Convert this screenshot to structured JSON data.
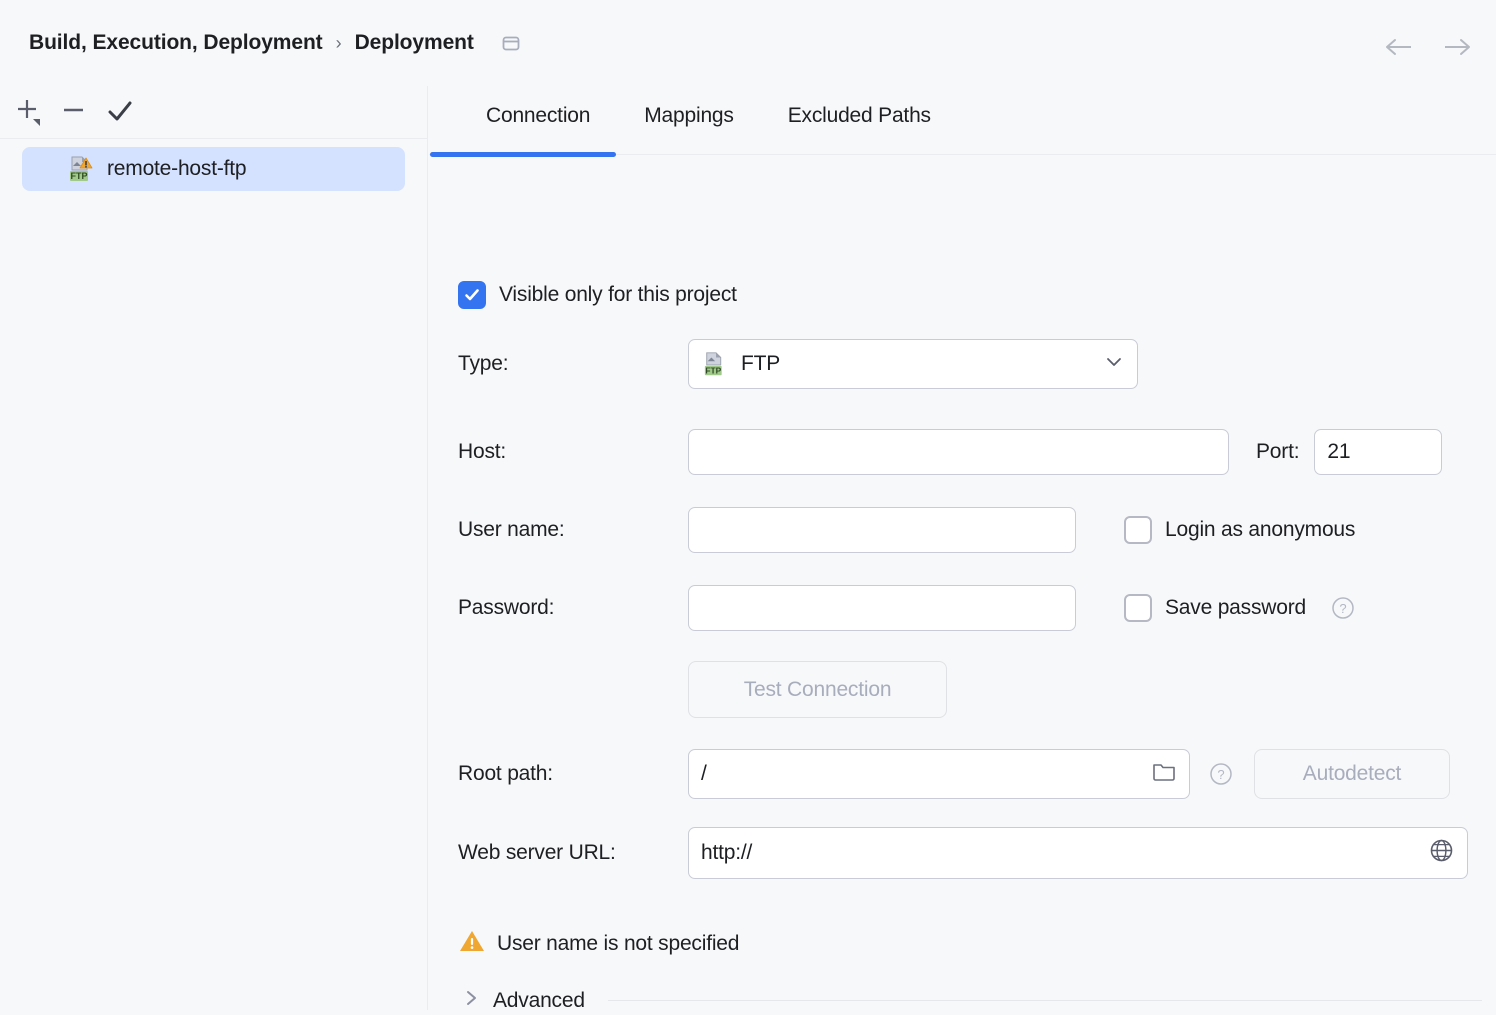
{
  "header": {
    "breadcrumb_root": "Build, Execution, Deployment",
    "breadcrumb_separator": "›",
    "breadcrumb_leaf": "Deployment",
    "scope_icon": "project-scope-icon",
    "back_icon": "arrow-left-icon",
    "forward_icon": "arrow-right-icon"
  },
  "sidebar": {
    "toolbar": {
      "add_label": "+",
      "add_icon": "plus-with-dropdown-icon",
      "remove_label": "−",
      "remove_icon": "minus-icon",
      "default_icon": "checkmark-icon"
    },
    "items": [
      {
        "label": "remote-host-ftp",
        "icon": "ftp-server-warning-icon",
        "icon_badge": "FTP",
        "selected": true
      }
    ]
  },
  "main": {
    "tabs": [
      {
        "label": "Connection",
        "active": true
      },
      {
        "label": "Mappings",
        "active": false
      },
      {
        "label": "Excluded Paths",
        "active": false
      }
    ],
    "visible_only": {
      "label": "Visible only for this project",
      "checked": true
    },
    "type": {
      "label": "Type:",
      "value": "FTP",
      "icon": "ftp-icon",
      "icon_badge": "FTP",
      "chevron": "chevron-down-icon"
    },
    "host": {
      "label": "Host:",
      "value": "",
      "placeholder": ""
    },
    "port": {
      "label": "Port:",
      "value": "21"
    },
    "username": {
      "label": "User name:",
      "value": "",
      "placeholder": ""
    },
    "login_anonymous": {
      "label": "Login as anonymous",
      "checked": false
    },
    "password": {
      "label": "Password:",
      "value": "",
      "placeholder": ""
    },
    "save_password": {
      "label": "Save password",
      "checked": false,
      "help_icon": "help-circle-icon"
    },
    "test_connection": {
      "label": "Test Connection",
      "disabled": true
    },
    "root_path": {
      "label": "Root path:",
      "value": "/",
      "browse_icon": "folder-icon",
      "help_icon": "help-circle-icon"
    },
    "autodetect": {
      "label": "Autodetect",
      "disabled": true
    },
    "web_server_url": {
      "label": "Web server URL:",
      "value": "http://",
      "open_icon": "globe-icon"
    },
    "validation": {
      "icon": "warning-triangle-icon",
      "message": "User name is not specified"
    },
    "advanced": {
      "label": "Advanced",
      "chevron": "chevron-right-icon",
      "expanded": false
    }
  },
  "colors": {
    "accent": "#3574F0",
    "selection": "#D4E2FF",
    "background": "#F7F8FA",
    "field_border": "#C9CCD6",
    "warning": "#F0A732",
    "disabled_text": "#A8ADBD",
    "ftp_badge": "#A0C98B"
  }
}
